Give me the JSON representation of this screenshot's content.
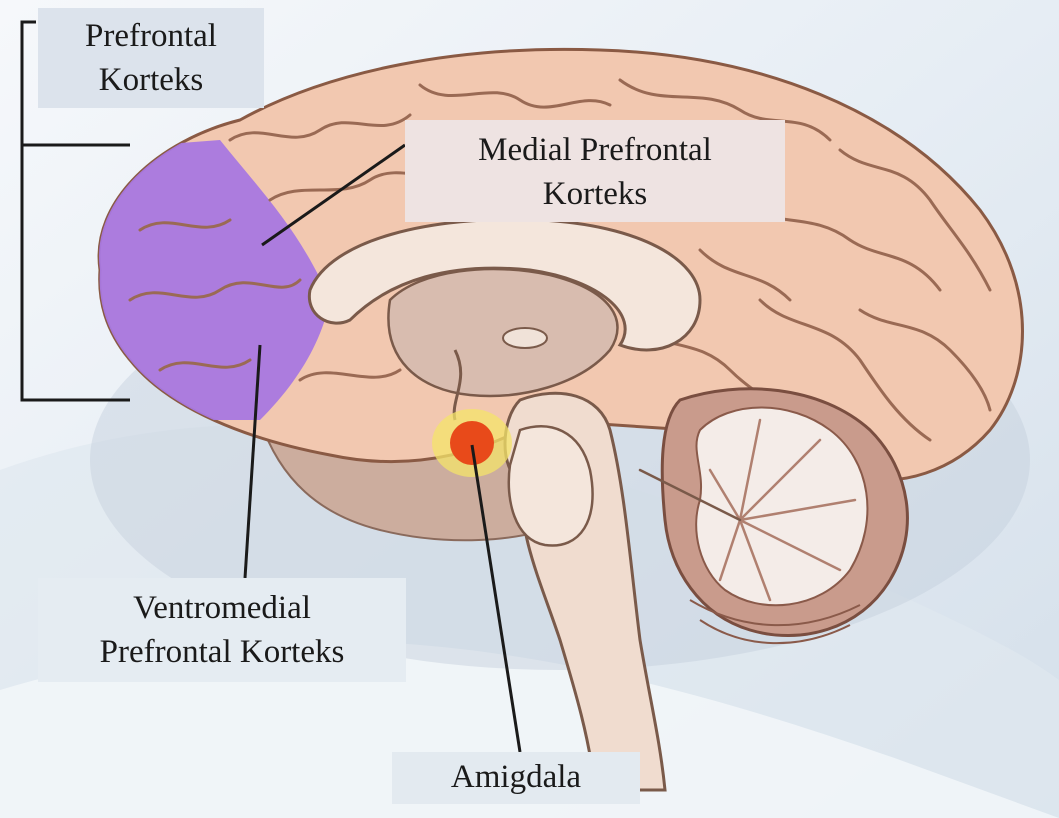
{
  "labels": {
    "prefrontal": {
      "line1": "Prefrontal",
      "line2": "Korteks"
    },
    "medial": {
      "line1": "Medial Prefrontal",
      "line2": "Korteks"
    },
    "vmpfc": {
      "line1": "Ventromedial",
      "line2": "Prefrontal Korteks"
    },
    "amygdala": {
      "line1": "Amigdala"
    }
  },
  "colors": {
    "background": "#e8eef4",
    "cortex": "#f2c8b0",
    "prefrontal_highlight": "#a878e0",
    "amygdala_highlight": "#e84a1a",
    "amygdala_glow": "#f4e46a",
    "cerebellum_white": "#f4ece8",
    "brainstem": "#f0dccf",
    "leader_line": "#1a1a1a"
  }
}
